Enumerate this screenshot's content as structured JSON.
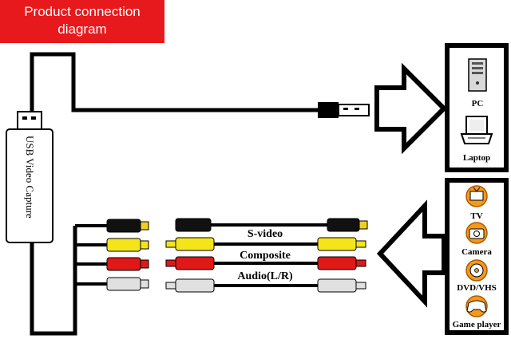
{
  "title": {
    "line1": "Product connection",
    "line2": "diagram"
  },
  "capture_device": {
    "label": "USB Video Capture"
  },
  "cables": [
    {
      "label": "S-video",
      "color": "#111111"
    },
    {
      "label": "Composite",
      "color": "#f4e51a"
    },
    {
      "label": "Audio(L/R)",
      "color": "#e01818"
    },
    {
      "label": "",
      "color": "#e0e0e0"
    }
  ],
  "outputs": [
    {
      "label": "PC",
      "icon": "pc-tower-icon"
    },
    {
      "label": "Laptop",
      "icon": "laptop-icon"
    }
  ],
  "inputs": [
    {
      "label": "TV",
      "icon": "tv-icon"
    },
    {
      "label": "Camera",
      "icon": "camera-icon"
    },
    {
      "label": "DVD/VHS",
      "icon": "dvd-icon"
    },
    {
      "label": "Game player",
      "icon": "gamepad-icon"
    }
  ]
}
